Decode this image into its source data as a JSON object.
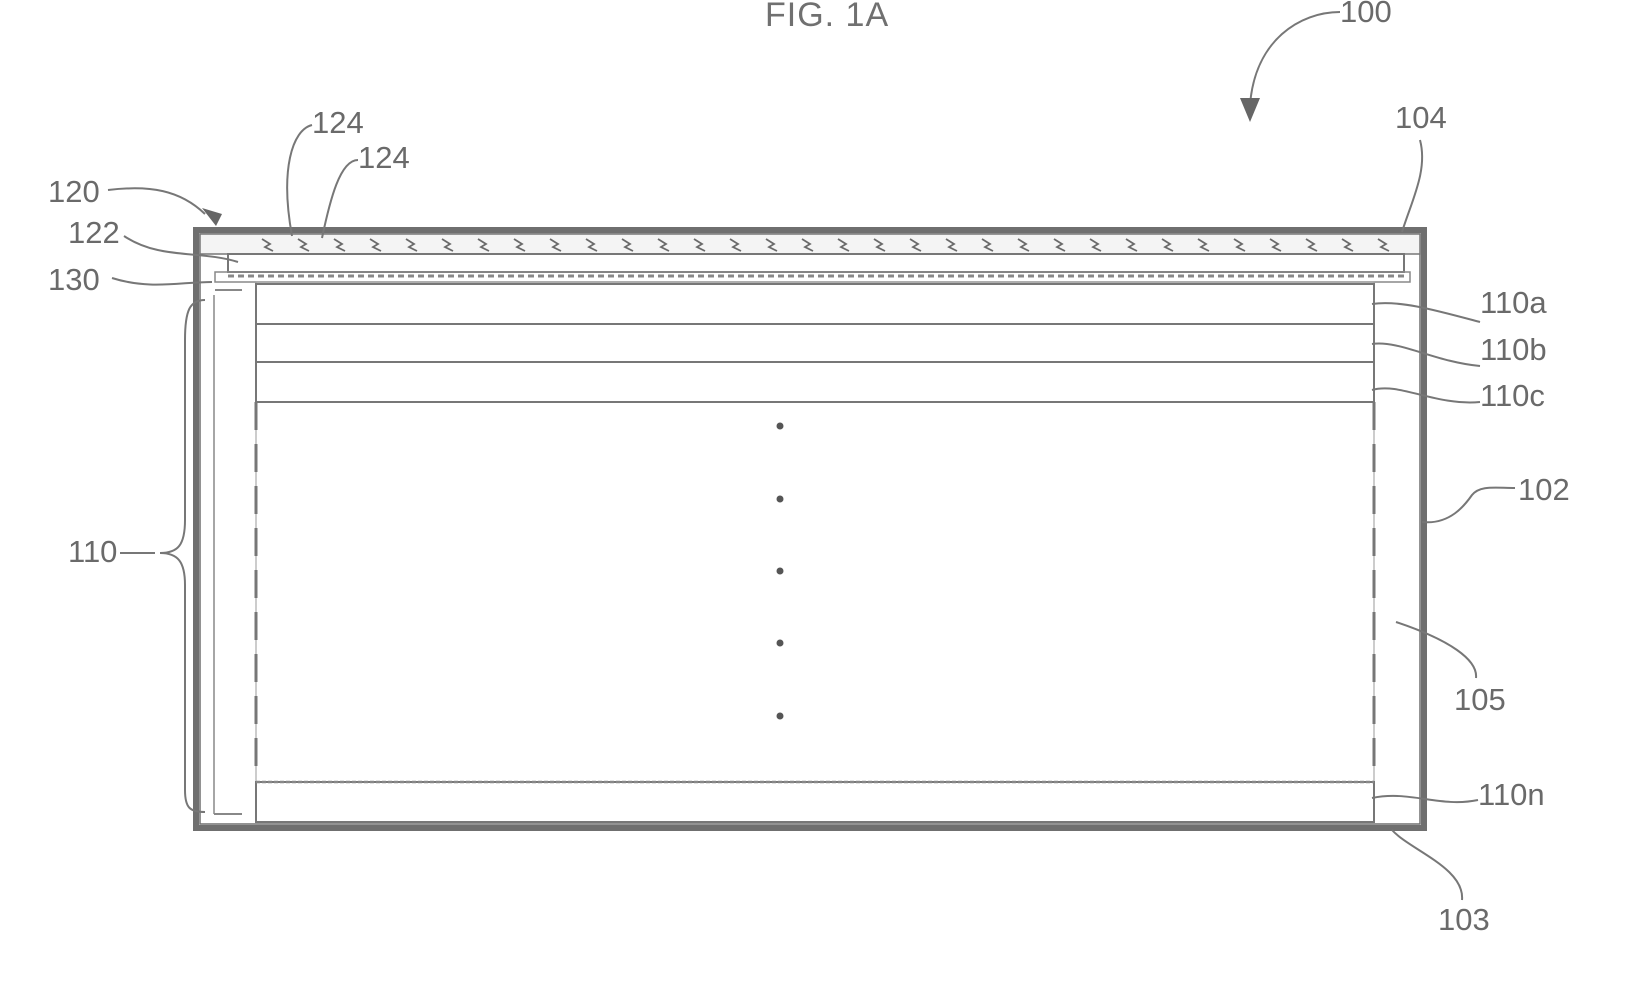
{
  "figure": {
    "title": "FIG. 1A",
    "labels": {
      "l100": "100",
      "l124a": "124",
      "l124b": "124",
      "l104": "104",
      "l120": "120",
      "l122": "122",
      "l130": "130",
      "l110a": "110a",
      "l110b": "110b",
      "l110c": "110c",
      "l102": "102",
      "l110": "110",
      "l105": "105",
      "l110n": "110n",
      "l103": "103"
    }
  }
}
